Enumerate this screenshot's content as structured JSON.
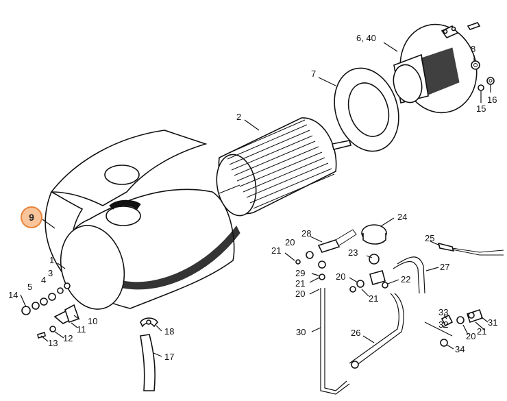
{
  "highlight": {
    "label": "9",
    "fill": "#f9c49a",
    "stroke": "#e8843a"
  },
  "labels": {
    "l640": "6, 40",
    "l7": "7",
    "l8": "8",
    "l15": "15",
    "l16": "16",
    "l2": "2",
    "l9": "9",
    "l1": "1",
    "l3": "3",
    "l4": "4",
    "l5": "5",
    "l14": "14",
    "l10": "10",
    "l11": "11",
    "l12": "12",
    "l13": "13",
    "l18": "18",
    "l17": "17",
    "l24": "24",
    "l28": "28",
    "l21a": "21",
    "l20a": "20",
    "l23": "23",
    "l25": "25",
    "l27": "27",
    "l29": "29",
    "l21b": "21",
    "l20b": "20",
    "l20c": "20",
    "l22": "22",
    "l21c": "21",
    "l30": "30",
    "l26": "26",
    "l33": "33",
    "l32": "32",
    "l20d": "20",
    "l31": "31",
    "l21d": "21",
    "l34": "34"
  }
}
